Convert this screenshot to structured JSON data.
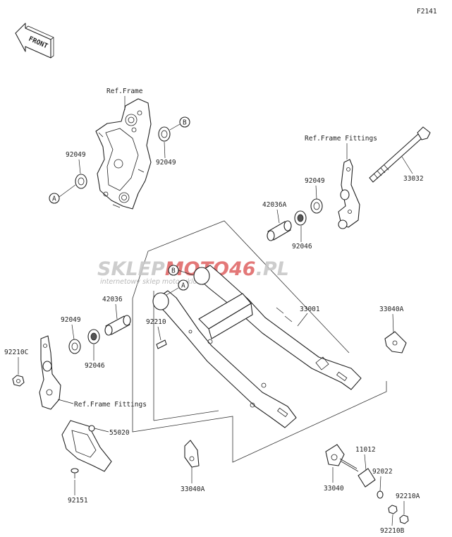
{
  "diagram_code": "F2141",
  "front_arrow_label": "FRONT",
  "watermark": {
    "brand_part1": "SKLEP",
    "brand_part2": "MOTO",
    "brand_part3": "46",
    "brand_part4": ".PL",
    "tagline": "internetowy sklep motocyklowy",
    "color_main": "#c8c8c8",
    "color_accent": "#e06a6a"
  },
  "ref_labels": {
    "ref_frame": "Ref.Frame",
    "ref_frame_fittings_top": "Ref.Frame Fittings",
    "ref_frame_fittings_bottom": "Ref.Frame Fittings"
  },
  "markers": {
    "a": "A",
    "b": "B"
  },
  "part_numbers": {
    "p92049_left": "92049",
    "p92049_mid": "92049",
    "p92049_right": "92049",
    "p92049_low": "92049",
    "p33032": "33032",
    "p42036a": "42036A",
    "p92046_up": "92046",
    "p33001": "33001",
    "p42036": "42036",
    "p92210": "92210",
    "p33040a_right": "33040A",
    "p92210c": "92210C",
    "p92046_low": "92046",
    "p55020": "55020",
    "p11012": "11012",
    "p92022": "92022",
    "p33040a_low": "33040A",
    "p33040": "33040",
    "p92210a": "92210A",
    "p92151": "92151",
    "p92210b": "92210B"
  }
}
